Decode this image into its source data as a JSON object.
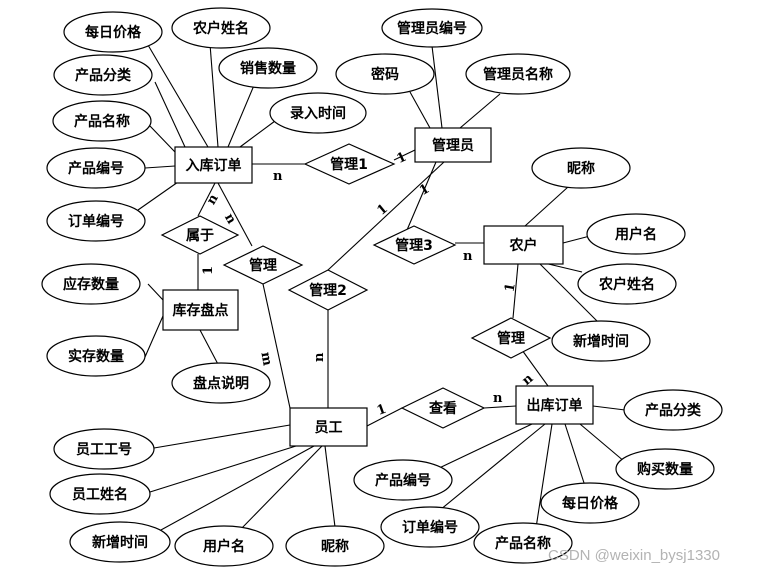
{
  "entities": [
    {
      "id": "rk",
      "label": "入库订单"
    },
    {
      "id": "gly",
      "label": "管理员"
    },
    {
      "id": "nh",
      "label": "农户"
    },
    {
      "id": "kc",
      "label": "库存盘点"
    },
    {
      "id": "yg",
      "label": "员工"
    },
    {
      "id": "ck",
      "label": "出库订单"
    }
  ],
  "relationships": [
    {
      "id": "r_gl1",
      "label": "管理1"
    },
    {
      "id": "r_gl3",
      "label": "管理3"
    },
    {
      "id": "r_sy",
      "label": "属于"
    },
    {
      "id": "r_gl",
      "label": "管理"
    },
    {
      "id": "r_gl2",
      "label": "管理2"
    },
    {
      "id": "r_glnh",
      "label": "管理"
    },
    {
      "id": "r_ck",
      "label": "查看"
    }
  ],
  "attributes": [
    {
      "id": "a1",
      "label": "每日价格"
    },
    {
      "id": "a2",
      "label": "农户姓名"
    },
    {
      "id": "a3",
      "label": "产品分类"
    },
    {
      "id": "a4",
      "label": "销售数量"
    },
    {
      "id": "a5",
      "label": "产品名称"
    },
    {
      "id": "a6",
      "label": "录入时间"
    },
    {
      "id": "a7",
      "label": "产品编号"
    },
    {
      "id": "a8",
      "label": "订单编号"
    },
    {
      "id": "a9",
      "label": "管理员编号"
    },
    {
      "id": "a10",
      "label": "密码"
    },
    {
      "id": "a11",
      "label": "管理员名称"
    },
    {
      "id": "a12",
      "label": "昵称"
    },
    {
      "id": "a13",
      "label": "用户名"
    },
    {
      "id": "a14",
      "label": "农户姓名"
    },
    {
      "id": "a15",
      "label": "新增时间"
    },
    {
      "id": "a16",
      "label": "应存数量"
    },
    {
      "id": "a17",
      "label": "实存数量"
    },
    {
      "id": "a18",
      "label": "盘点说明"
    },
    {
      "id": "a19",
      "label": "员工工号"
    },
    {
      "id": "a20",
      "label": "员工姓名"
    },
    {
      "id": "a21",
      "label": "新增时间"
    },
    {
      "id": "a22",
      "label": "用户名"
    },
    {
      "id": "a23",
      "label": "昵称"
    },
    {
      "id": "a24",
      "label": "产品分类"
    },
    {
      "id": "a25",
      "label": "购买数量"
    },
    {
      "id": "a26",
      "label": "产品编号"
    },
    {
      "id": "a27",
      "label": "每日价格"
    },
    {
      "id": "a28",
      "label": "订单编号"
    },
    {
      "id": "a29",
      "label": "产品名称"
    }
  ],
  "cardinalities": {
    "c1": "n",
    "c2": "1",
    "c3": "1",
    "c4": "1",
    "c5": "n",
    "c6": "n",
    "c7": "1",
    "c8": "n",
    "c9": "m",
    "c10": "n",
    "c11": "1",
    "c12": "n",
    "c13": "1",
    "c14": "n"
  },
  "watermark": "CSDN @weixin_bysj1330"
}
